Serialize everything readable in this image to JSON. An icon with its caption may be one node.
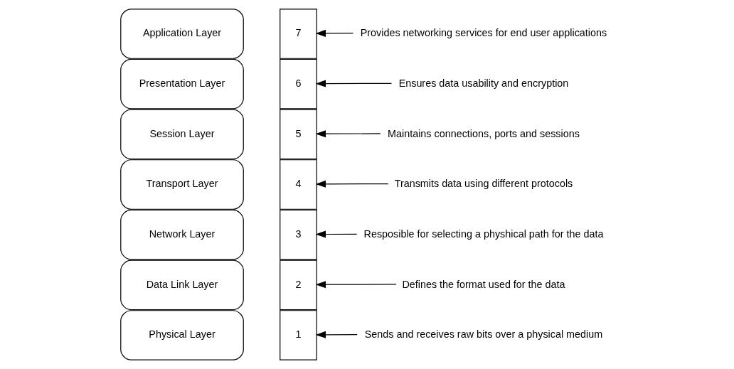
{
  "diagram": {
    "nodes": [
      {
        "text": [
          "Application Layer"
        ]
      },
      {
        "text": [
          "7"
        ]
      },
      {
        "text": [
          "Provides networking services for end user applications"
        ]
      },
      {
        "text": [
          "Presentation Layer"
        ]
      },
      {
        "text": [
          "6"
        ]
      },
      {
        "text": [
          "Ensures data usability and encryption"
        ]
      },
      {
        "text": [
          "Session Layer"
        ]
      },
      {
        "text": [
          "5"
        ]
      },
      {
        "text": [
          "Maintains connections, ports and sessions"
        ]
      },
      {
        "text": [
          "Transport Layer"
        ]
      },
      {
        "text": [
          "4"
        ]
      },
      {
        "text": [
          "Transmits data using different protocols"
        ]
      },
      {
        "text": [
          "Network Layer"
        ]
      },
      {
        "text": [
          "3"
        ]
      },
      {
        "text": [
          "Resposible for selecting a physhical path for the data"
        ]
      },
      {
        "text": [
          "Data Link Layer"
        ]
      },
      {
        "text": [
          "2"
        ]
      },
      {
        "text": [
          "Defines the format used for the data"
        ]
      },
      {
        "text": [
          "Physical Layer"
        ]
      },
      {
        "text": [
          "1"
        ]
      },
      {
        "text": [
          "Sends and receives raw bits over a physical medium"
        ]
      }
    ],
    "edges": [
      {
        "from": 2,
        "to": 1,
        "arrow": "to"
      },
      {
        "from": 5,
        "to": 4,
        "arrow": "to"
      },
      {
        "from": 8,
        "to": 7,
        "arrow": "to"
      },
      {
        "from": 11,
        "to": 10,
        "arrow": "to"
      },
      {
        "from": 14,
        "to": 13,
        "arrow": "to"
      },
      {
        "from": 17,
        "to": 16,
        "arrow": "to"
      },
      {
        "from": 20,
        "to": 19,
        "arrow": "to"
      }
    ]
  }
}
